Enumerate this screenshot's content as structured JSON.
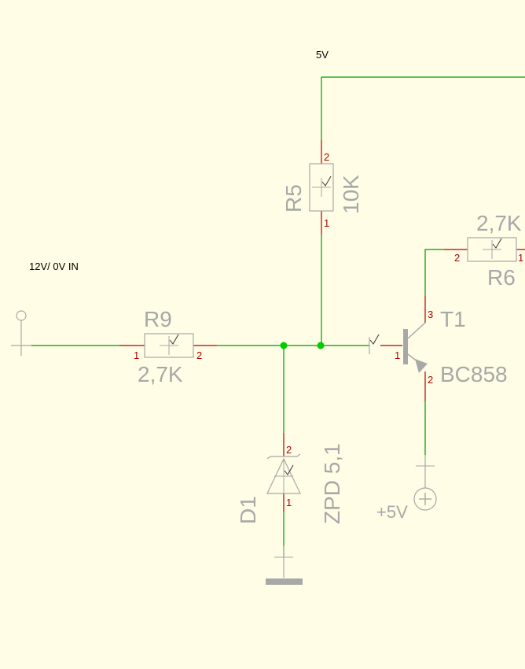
{
  "colors": {
    "background": "#fffde6",
    "wire": "#009900",
    "junction": "#00cc00",
    "pin_line": "#b00000",
    "component": "#a8a8a8",
    "label_dark": "#000000"
  },
  "nets": {
    "supply_5v": "5V",
    "input": "12V/ 0V IN",
    "plus5v": "+5V"
  },
  "components": {
    "r5": {
      "ref": "R5",
      "value": "10K",
      "pin_top": "2",
      "pin_bottom": "1"
    },
    "r9": {
      "ref": "R9",
      "value": "2,7K",
      "pin_left": "1",
      "pin_right": "2"
    },
    "r6": {
      "ref": "R6",
      "value": "2,7K",
      "pin_left": "2",
      "pin_right": "1"
    },
    "d1": {
      "ref": "D1",
      "value": "ZPD 5,1",
      "pin_top": "2",
      "pin_bottom": "1"
    },
    "t1": {
      "ref": "T1",
      "value": "BC858",
      "pin_base": "1",
      "pin_emitter": "2",
      "pin_collector": "3"
    }
  }
}
